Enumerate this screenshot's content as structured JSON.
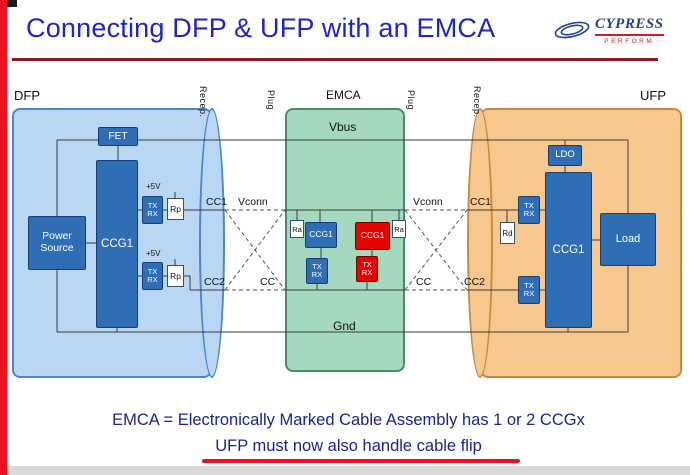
{
  "colors": {
    "title_blue": "#1f24c7",
    "underline_maroon": "#8e1a1a",
    "accent_red": "#e8131c",
    "component_blue": "#2f6eb5",
    "component_red": "#e50300",
    "dfp_fill": "#b9d7f3",
    "emca_fill": "#a5d9bf",
    "ufp_fill": "#f7c88e",
    "footer_navy": "#1a2396"
  },
  "title": "Connecting DFP & UFP with an EMCA",
  "logo": {
    "brand": "CYPRESS",
    "tagline": "PERFORM"
  },
  "footer": {
    "line1": "EMCA = Electronically Marked Cable Assembly has 1 or 2 CCGx",
    "line2": "UFP must now also handle cable flip"
  },
  "diagram": {
    "txrx": {
      "tx": "TX",
      "rx": "RX"
    },
    "dfp": {
      "label": "DFP",
      "power_source": "Power Source",
      "ccg1": "CCG1",
      "fet": "FET",
      "rp": "Rp",
      "plus5v": "+5V"
    },
    "emca": {
      "label": "EMCA",
      "vbus": "Vbus",
      "gnd": "Gnd",
      "ccg1_blue": "CCG1",
      "ccg1_red": "CCG1",
      "ra": "Ra"
    },
    "ufp": {
      "label": "UFP",
      "ldo": "LDO",
      "ccg1": "CCG1",
      "load": "Load",
      "rd": "Rd"
    },
    "connectors": {
      "recep_left": "Recep.",
      "plug_left": "Plug",
      "plug_right": "Plug",
      "recep_right": "Recep."
    },
    "wires": {
      "cc1_left": "CC1",
      "vconn_left": "Vconn",
      "vconn_right": "Vconn",
      "cc1_right": "CC1",
      "cc2_left": "CC2",
      "cc_left": "CC",
      "cc_right": "CC",
      "cc2_right": "CC2"
    }
  }
}
